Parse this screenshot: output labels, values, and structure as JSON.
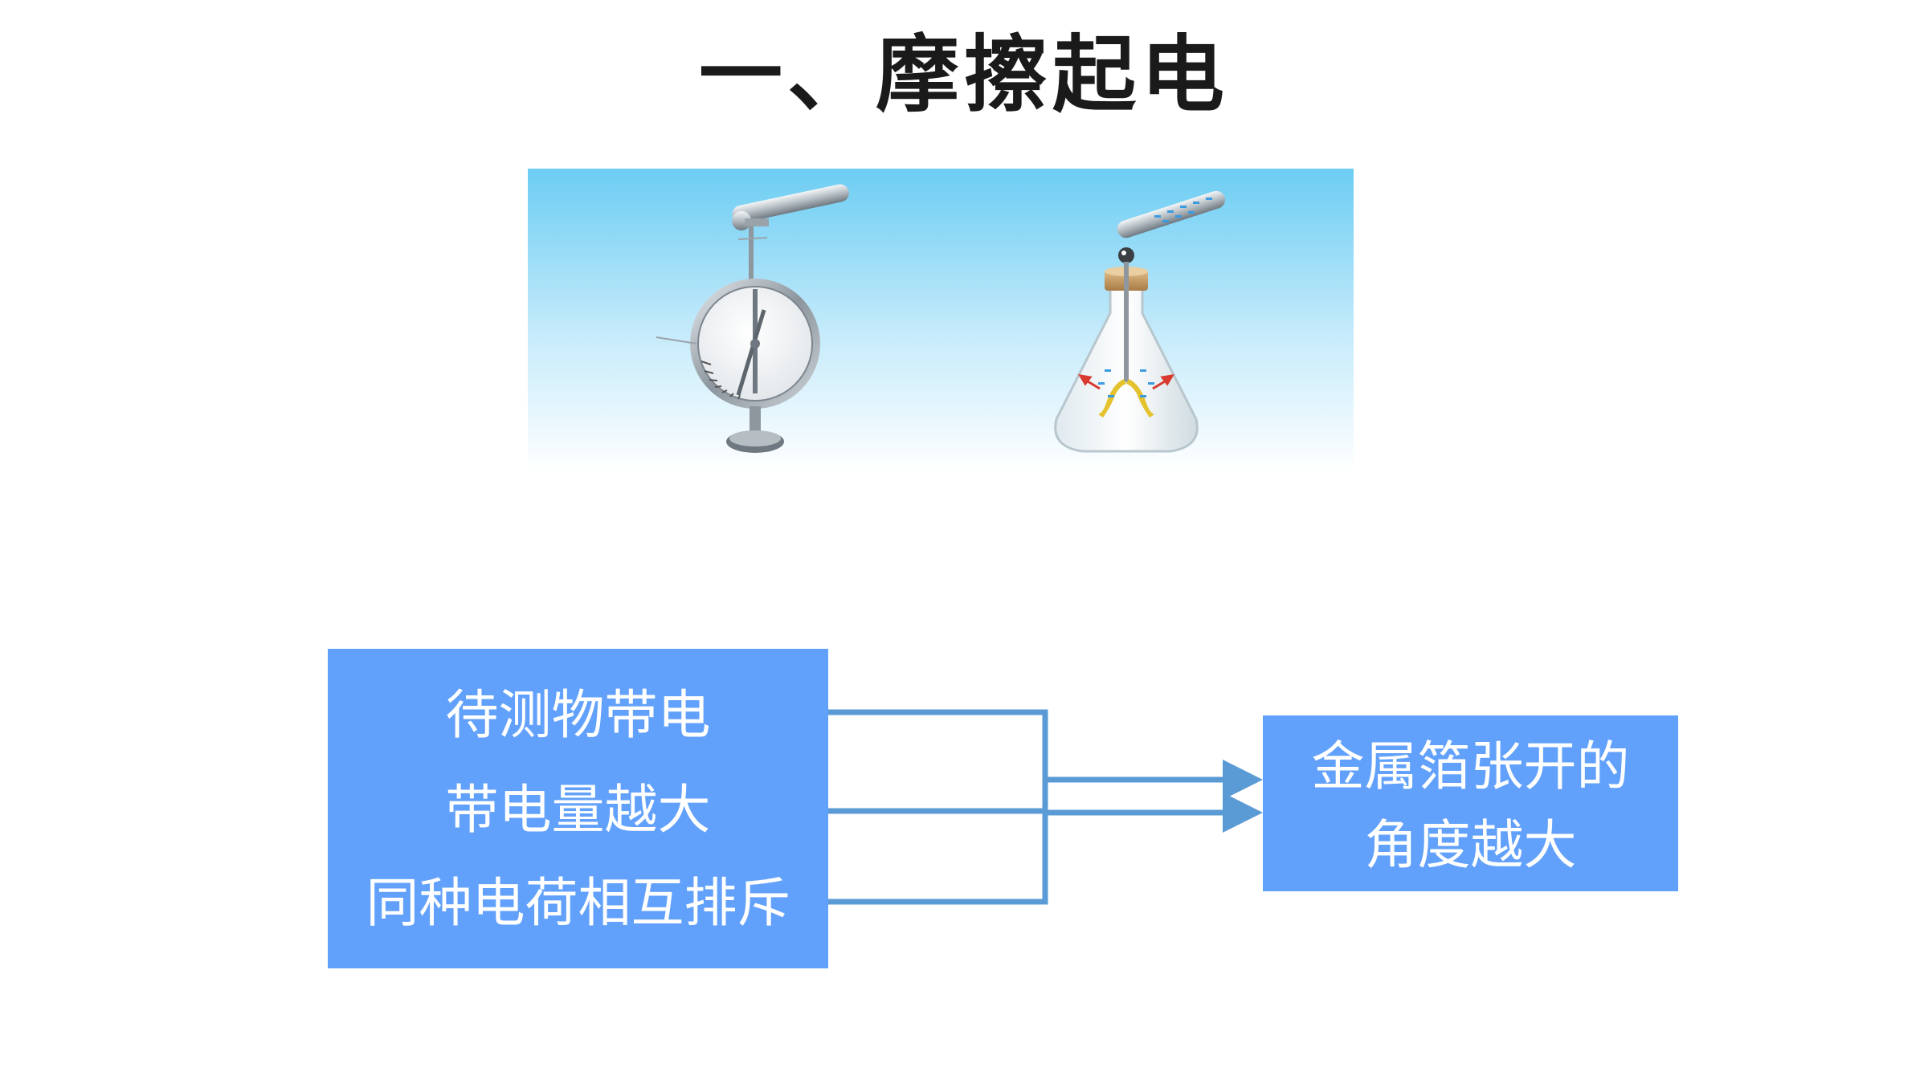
{
  "title": "一、摩擦起电",
  "left_box": {
    "lines": [
      "待测物带电",
      "带电量越大",
      "同种电荷相互排斥"
    ]
  },
  "right_box": {
    "lines": [
      "金属箔张开的",
      "角度越大"
    ]
  },
  "colors": {
    "box_fill": "#62a1fb",
    "connector": "#5b9bd5",
    "sky_top": "#6ccdf3",
    "sky_bottom": "#ffffff"
  },
  "icons": [
    "electroscope-dial-icon",
    "foil-electroscope-flask-icon",
    "charged-rod-icon"
  ]
}
